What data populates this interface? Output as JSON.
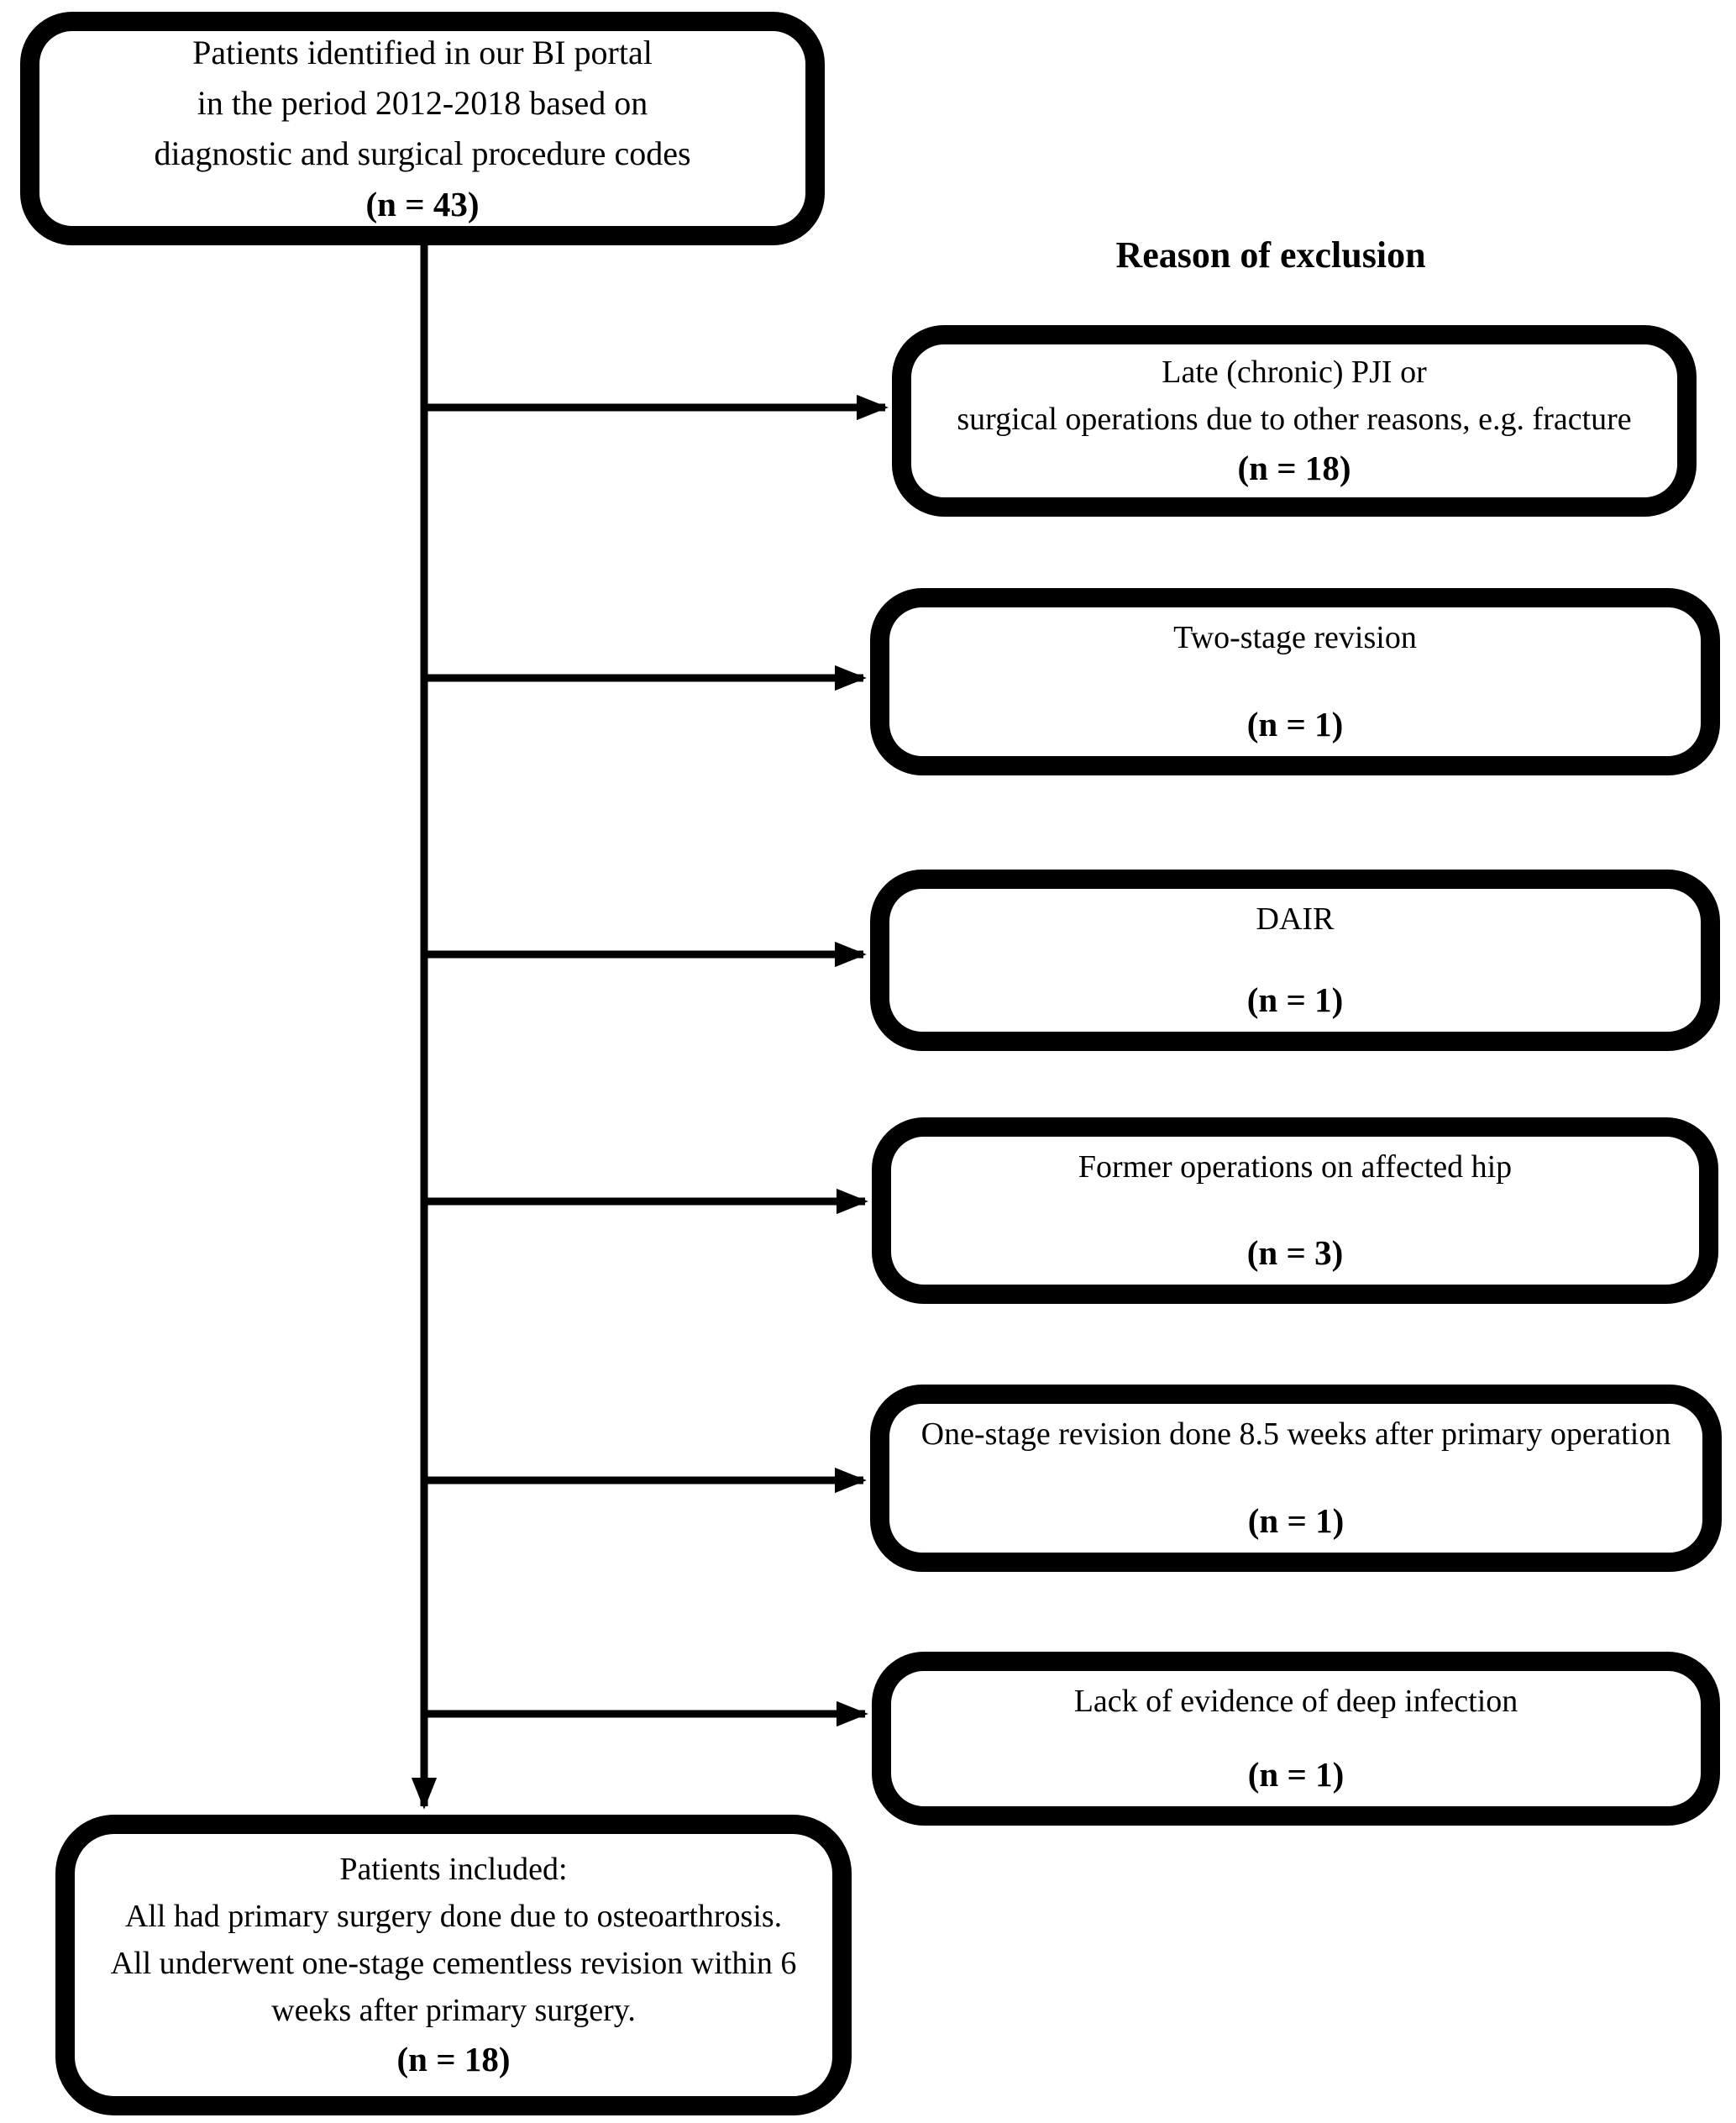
{
  "flowchart": {
    "top_box": {
      "lines": [
        "Patients identified in our BI portal",
        "in the period 2012-2018 based on",
        "diagnostic and surgical procedure codes"
      ],
      "count": "(n = 43)"
    },
    "exclusion_header": "Reason of exclusion",
    "exclusion_boxes": [
      {
        "lines": [
          "Late (chronic) PJI or",
          "surgical operations due to other reasons, e.g. fracture"
        ],
        "count": "(n = 18)"
      },
      {
        "lines": [
          "Two-stage revision"
        ],
        "count": "(n = 1)"
      },
      {
        "lines": [
          "DAIR"
        ],
        "count": "(n = 1)"
      },
      {
        "lines": [
          "Former operations on affected hip"
        ],
        "count": "(n = 3)"
      },
      {
        "lines": [
          "One-stage revision done 8.5 weeks after primary operation"
        ],
        "count": "(n = 1)"
      },
      {
        "lines": [
          "Lack of evidence of deep infection"
        ],
        "count": "(n = 1)"
      }
    ],
    "bottom_box": {
      "lines": [
        "Patients included:",
        "All had primary surgery done due to osteoarthrosis.",
        "All underwent one-stage cementless revision within 6",
        "weeks after primary surgery."
      ],
      "count": "(n = 18)"
    },
    "colors": {
      "line": "#000000",
      "box_border": "#000000",
      "background": "#ffffff",
      "text": "#000000"
    }
  }
}
